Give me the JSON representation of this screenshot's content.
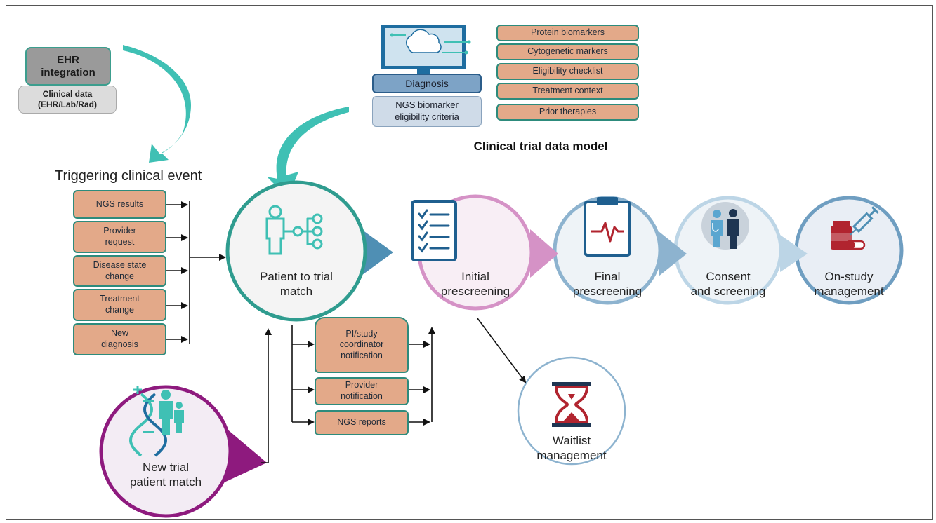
{
  "ehr": {
    "title": "EHR\nintegration",
    "sub": "Clinical data\n(EHR/Lab/Rad)"
  },
  "data_model": {
    "title": "Clinical trial data model",
    "diagnosis": "Diagnosis",
    "ngs_criteria": "NGS biomarker\neligibility criteria",
    "items": [
      "Protein biomarkers",
      "Cytogenetic markers",
      "Eligibility checklist",
      "Treatment context",
      "Prior therapies"
    ]
  },
  "trigger": {
    "title": "Triggering clinical event",
    "events": [
      "NGS results",
      "Provider\nrequest",
      "Disease state\nchange",
      "Treatment\nchange",
      "New\ndiagnosis"
    ]
  },
  "stages": {
    "match": "Patient to trial\nmatch",
    "initial": "Initial\nprescreening",
    "final": "Final\nprescreening",
    "consent": "Consent\nand screening",
    "onstudy": "On-study\nmanagement",
    "waitlist": "Waitlist\nmanagement",
    "new_match": "New trial\npatient match"
  },
  "notifications": [
    "PI/study\ncoordinator\nnotification",
    "Provider\nnotification",
    "NGS reports"
  ],
  "icons": {
    "match": "person-network-icon",
    "initial": "checklist-icon",
    "final": "clipboard-heartbeat-icon",
    "consent": "doctor-patient-icon",
    "onstudy": "medication-syringe-icon",
    "waitlist": "hourglass-icon",
    "new_match": "dna-family-icon",
    "computer": "cloud-computer-icon"
  },
  "colors": {
    "teal": "#3fc0b4",
    "salmon": "#e3a989",
    "purple": "#8e1a7e",
    "blue": "#4f8fb4",
    "light_blue": "#a9c8dc",
    "dark_red": "#b1242f"
  }
}
